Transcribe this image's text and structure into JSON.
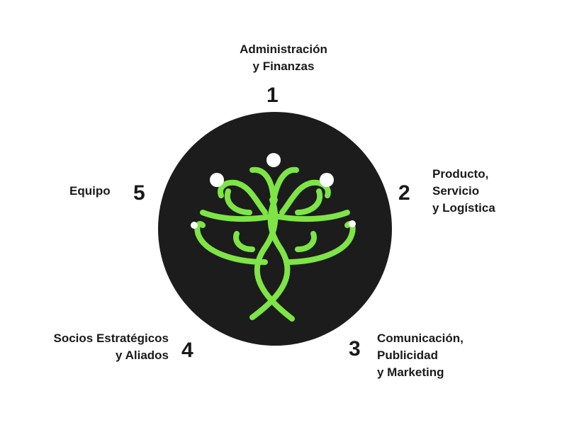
{
  "colors": {
    "circle": "#1c1c1c",
    "tree": "#7ee545",
    "dots": "#ffffff",
    "text": "#1a1a1a"
  },
  "emblem": {
    "icon": "tree-logo-icon"
  },
  "areas": [
    {
      "number": "1",
      "lines": [
        "Administración",
        "y Finanzas"
      ]
    },
    {
      "number": "2",
      "lines": [
        "Producto,",
        "Servicio",
        "y Logística"
      ]
    },
    {
      "number": "3",
      "lines": [
        "Comunicación,",
        "Publicidad",
        "y Marketing"
      ]
    },
    {
      "number": "4",
      "lines": [
        "Socios Estratégicos",
        "y Aliados"
      ]
    },
    {
      "number": "5",
      "lines": [
        "Equipo"
      ]
    }
  ]
}
